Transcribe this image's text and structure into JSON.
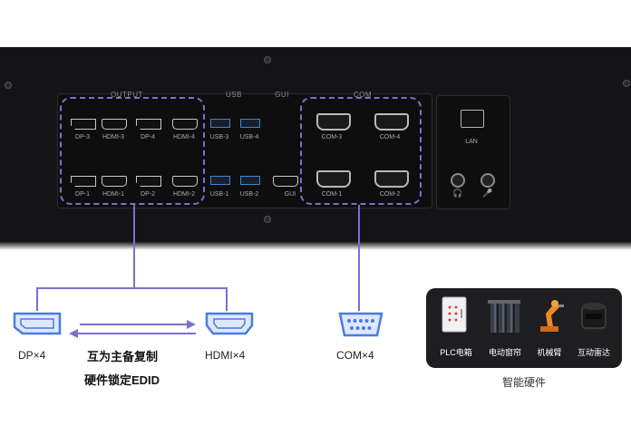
{
  "panel": {
    "groups": {
      "output": "OUTPUT",
      "usb": "USB",
      "gui": "GUI",
      "com": "COM"
    },
    "ports_top": [
      "DP-3",
      "HDMI-3",
      "DP-4",
      "HDMI-4",
      "USB-3",
      "USB-4",
      "COM-3",
      "COM-4"
    ],
    "ports_bottom": [
      "DP-1",
      "HDMI-1",
      "DP-2",
      "HDMI-2",
      "USB-1",
      "USB-2",
      "GUI",
      "COM-1",
      "COM-2"
    ],
    "lan": "LAN"
  },
  "annotations": {
    "dp": "DP×4",
    "hdmi": "HDMI×4",
    "com": "COM×4",
    "edid_line1": "互为主备复制",
    "edid_line2": "硬件锁定EDID"
  },
  "hardware": {
    "items": [
      "PLC电箱",
      "电动窗帘",
      "机械臂",
      "互动雷达"
    ],
    "caption": "智能硬件"
  },
  "colors": {
    "accent": "#7b6fd0",
    "panel": "#141416",
    "usb_blue": "#3a86d8"
  }
}
